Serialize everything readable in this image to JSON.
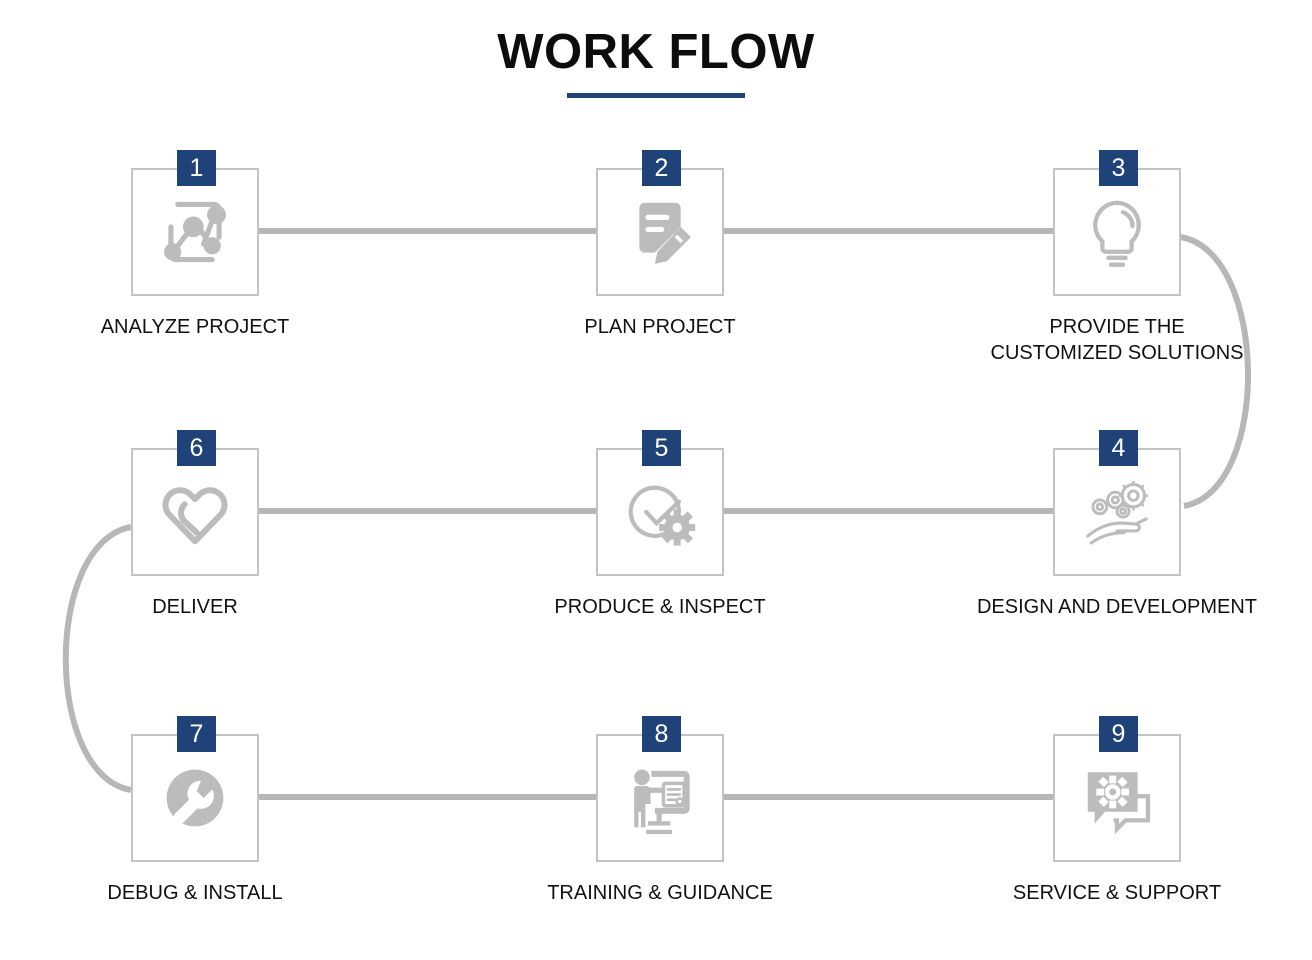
{
  "header": {
    "title": "WORK FLOW",
    "underline_color": "#1f4379"
  },
  "theme": {
    "badge_color": "#1f4379",
    "box_border_color": "#c3c3c3",
    "connector_color": "#b7b7b7",
    "icon_color": "#bcbcbc",
    "label_color": "#111111",
    "background": "#ffffff"
  },
  "steps": [
    {
      "number": "1",
      "label": "ANALYZE PROJECT",
      "icon": "network-analysis-icon",
      "row": 1,
      "column": 1
    },
    {
      "number": "2",
      "label": "PLAN PROJECT",
      "icon": "document-pencil-icon",
      "row": 1,
      "column": 2
    },
    {
      "number": "3",
      "label": "PROVIDE THE\nCUSTOMIZED SOLUTIONS",
      "icon": "lightbulb-icon",
      "row": 1,
      "column": 3
    },
    {
      "number": "4",
      "label": "DESIGN AND DEVELOPMENT",
      "icon": "hand-gears-icon",
      "row": 2,
      "column": 3
    },
    {
      "number": "5",
      "label": "PRODUCE & INSPECT",
      "icon": "check-circle-gear-icon",
      "row": 2,
      "column": 2
    },
    {
      "number": "6",
      "label": "DELIVER",
      "icon": "linked-hearts-icon",
      "row": 2,
      "column": 1
    },
    {
      "number": "7",
      "label": "DEBUG & INSTALL",
      "icon": "wrench-circle-icon",
      "row": 3,
      "column": 1
    },
    {
      "number": "8",
      "label": "TRAINING & GUIDANCE",
      "icon": "presenter-board-icon",
      "row": 3,
      "column": 2
    },
    {
      "number": "9",
      "label": "SERVICE & SUPPORT",
      "icon": "chat-gear-icon",
      "row": 3,
      "column": 3
    }
  ],
  "connectors": [
    {
      "name": "connector-1-to-2",
      "type": "straight-horizontal"
    },
    {
      "name": "connector-2-to-3",
      "type": "straight-horizontal"
    },
    {
      "name": "connector-3-to-4",
      "type": "arc-right"
    },
    {
      "name": "connector-4-to-5",
      "type": "straight-horizontal"
    },
    {
      "name": "connector-5-to-6",
      "type": "straight-horizontal"
    },
    {
      "name": "connector-6-to-7",
      "type": "arc-left"
    },
    {
      "name": "connector-7-to-8",
      "type": "straight-horizontal"
    },
    {
      "name": "connector-8-to-9",
      "type": "straight-horizontal"
    }
  ]
}
